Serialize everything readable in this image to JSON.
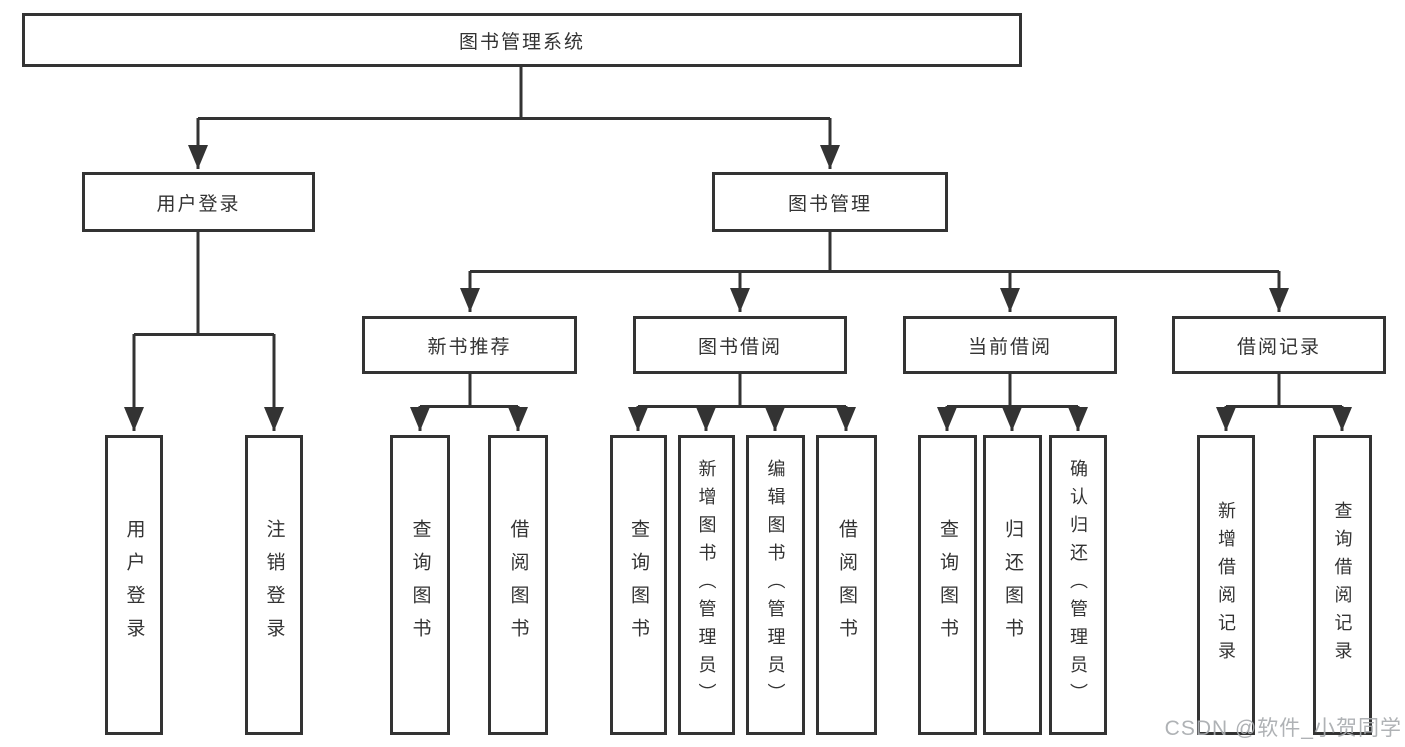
{
  "colors": {
    "line": "#333333",
    "box_border": "#333333",
    "box_background": "#ffffff",
    "text": "#333333",
    "watermark_text": "#a8abaf"
  },
  "watermark": "CSDN @软件_小贺同学",
  "tree": {
    "root": {
      "label": "图书管理系统",
      "children": [
        {
          "label": "用户登录",
          "children": [
            {
              "label": "用户登录"
            },
            {
              "label": "注销登录"
            }
          ]
        },
        {
          "label": "图书管理",
          "children": [
            {
              "label": "新书推荐",
              "children": [
                {
                  "label": "查询图书"
                },
                {
                  "label": "借阅图书"
                }
              ]
            },
            {
              "label": "图书借阅",
              "children": [
                {
                  "label": "查询图书"
                },
                {
                  "label": "新增图书（管理员）"
                },
                {
                  "label": "编辑图书（管理员）"
                },
                {
                  "label": "借阅图书"
                }
              ]
            },
            {
              "label": "当前借阅",
              "children": [
                {
                  "label": "查询图书"
                },
                {
                  "label": "归还图书"
                },
                {
                  "label": "确认归还（管理员）"
                }
              ]
            },
            {
              "label": "借阅记录",
              "children": [
                {
                  "label": "新增借阅记录"
                },
                {
                  "label": "查询借阅记录"
                }
              ]
            }
          ]
        }
      ]
    }
  }
}
